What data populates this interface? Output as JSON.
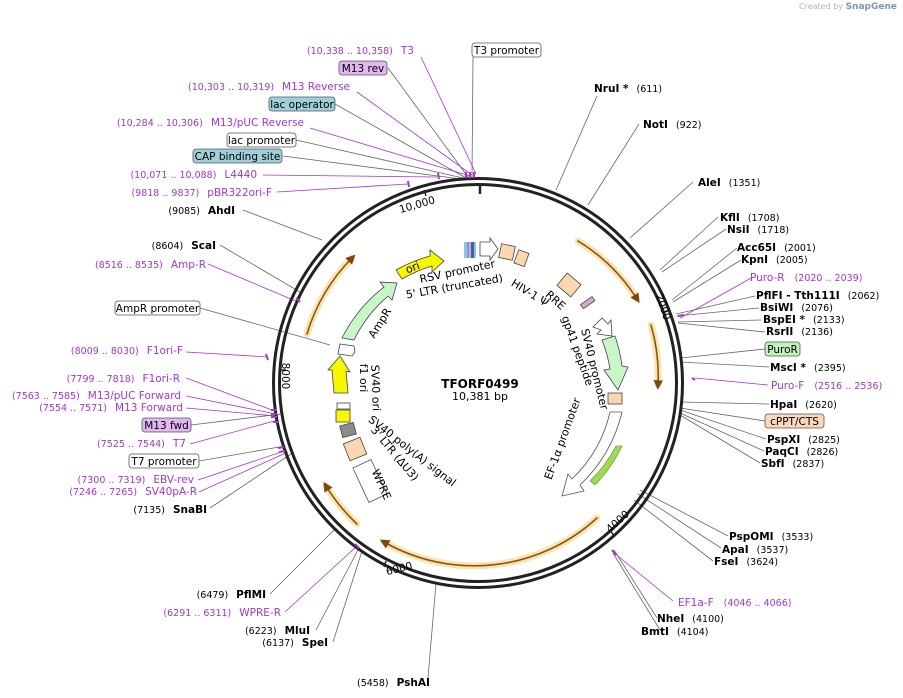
{
  "watermark": {
    "prefix": "Created by",
    "brand": "SnapGene"
  },
  "plasmid": {
    "name": "TFORF0499",
    "size": "10,381 bp"
  },
  "ruler": [
    "2000",
    "4000",
    "6000",
    "8000",
    "10,000"
  ],
  "enzymes_right": [
    {
      "name": "NruI *",
      "pos": "(611)"
    },
    {
      "name": "NotI",
      "pos": "(922)"
    },
    {
      "name": "AleI",
      "pos": "(1351)"
    },
    {
      "name": "KflI",
      "pos": "(1708)"
    },
    {
      "name": "NsiI",
      "pos": "(1718)"
    },
    {
      "name": "Acc65I",
      "pos": "(2001)"
    },
    {
      "name": "KpnI",
      "pos": "(2005)"
    },
    {
      "name": "PflFI - Tth111I",
      "pos": "(2062)"
    },
    {
      "name": "BsiWI",
      "pos": "(2076)"
    },
    {
      "name": "BspEI *",
      "pos": "(2133)"
    },
    {
      "name": "RsrII",
      "pos": "(2136)"
    },
    {
      "name": "MscI *",
      "pos": "(2395)"
    },
    {
      "name": "HpaI",
      "pos": "(2620)"
    },
    {
      "name": "PspXI",
      "pos": "(2825)"
    },
    {
      "name": "PaqCI",
      "pos": "(2826)"
    },
    {
      "name": "SbfI",
      "pos": "(2837)"
    },
    {
      "name": "PspOMI",
      "pos": "(3533)"
    },
    {
      "name": "ApaI",
      "pos": "(3537)"
    },
    {
      "name": "FseI",
      "pos": "(3624)"
    },
    {
      "name": "NheI",
      "pos": "(4100)"
    },
    {
      "name": "BmtI",
      "pos": "(4104)"
    },
    {
      "name": "PshAI",
      "pos": "(5458)"
    }
  ],
  "enzymes_left": [
    {
      "name": "AhdI",
      "pos": "(9085)"
    },
    {
      "name": "ScaI",
      "pos": "(8604)"
    },
    {
      "name": "SnaBI",
      "pos": "(7135)"
    },
    {
      "name": "PflMI",
      "pos": "(6479)"
    },
    {
      "name": "MluI",
      "pos": "(6223)"
    },
    {
      "name": "SpeI",
      "pos": "(6137)"
    }
  ],
  "primers_right": [
    {
      "name": "Puro-R",
      "pos": "(2020 .. 2039)"
    },
    {
      "name": "Puro-F",
      "pos": "(2516 .. 2536)"
    },
    {
      "name": "EF1a-F",
      "pos": "(4046 .. 4066)"
    }
  ],
  "primers_left": [
    {
      "name": "T3",
      "pos": "(10,338 .. 10,358)"
    },
    {
      "name": "M13 Reverse",
      "pos": "(10,303 .. 10,319)"
    },
    {
      "name": "M13/pUC Reverse",
      "pos": "(10,284 .. 10,306)"
    },
    {
      "name": "L4440",
      "pos": "(10,071 .. 10,088)"
    },
    {
      "name": "pBR322ori-F",
      "pos": "(9818 .. 9837)"
    },
    {
      "name": "Amp-R",
      "pos": "(8516 .. 8535)"
    },
    {
      "name": "F1ori-F",
      "pos": "(8009 .. 8030)"
    },
    {
      "name": "F1ori-R",
      "pos": "(7799 .. 7818)"
    },
    {
      "name": "M13/pUC Forward",
      "pos": "(7563 .. 7585)"
    },
    {
      "name": "M13 Forward",
      "pos": "(7554 .. 7571)"
    },
    {
      "name": "T7",
      "pos": "(7525 .. 7544)"
    },
    {
      "name": "EBV-rev",
      "pos": "(7300 .. 7319)"
    },
    {
      "name": "SV40pA-R",
      "pos": "(7246 .. 7265)"
    },
    {
      "name": "WPRE-R",
      "pos": "(6291 .. 6311)"
    }
  ],
  "feature_boxes": {
    "t3_promoter": "T3 promoter",
    "m13_rev": "M13 rev",
    "lac_operator": "lac operator",
    "lac_promoter": "lac promoter",
    "cap_binding_site": "CAP binding site",
    "ampr_promoter": "AmpR promoter",
    "m13_fwd": "M13 fwd",
    "t7_promoter": "T7 promoter",
    "puror": "PuroR",
    "cppt_cts": "cPPT/CTS"
  },
  "inner_labels": {
    "rsv_promoter": "RSV promoter",
    "ltr5": "5' LTR (truncated)",
    "hiv_psi": "HIV-1 Ψ",
    "rre": "RRE",
    "gp41": "gp41 peptide",
    "sv40_promoter": "SV40 promoter",
    "ef1a": "EF-1α promoter",
    "ori": "ori",
    "ampr": "AmpR",
    "f1ori": "f1 ori",
    "sv40ori": "SV40 ori",
    "sv40polya": "SV40 poly(A) signal",
    "ltr3": "3' LTR (ΔU3)",
    "wpre": "WPRE"
  },
  "colors": {
    "enzyme": "#000000",
    "primer": "#a536c8",
    "backbone": "#222222",
    "orf_stroke": "#7a4a12",
    "orf_glow": "#fbe3b0",
    "yellow_feature": "#f7f700",
    "green_feature": "#c9f6c9",
    "lime_feature": "#9edb52",
    "peach_feature": "#fbd7b0",
    "cyan_box": "#9fcfd8",
    "violet_box": "#e2b6f0",
    "green_box": "#bff2bd",
    "peach_box": "#fbd8bd"
  }
}
